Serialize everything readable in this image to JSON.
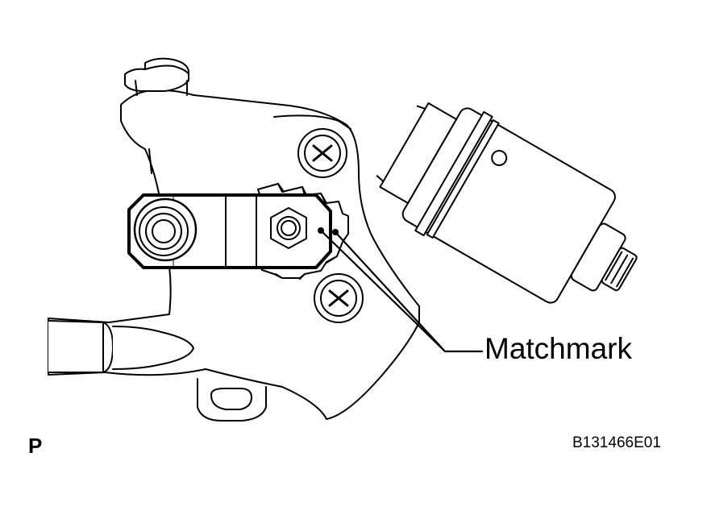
{
  "callout": {
    "label": "Matchmark"
  },
  "view_letter": "P",
  "figure_code": "B131466E01",
  "colors": {
    "line": "#000000",
    "background": "#ffffff"
  }
}
